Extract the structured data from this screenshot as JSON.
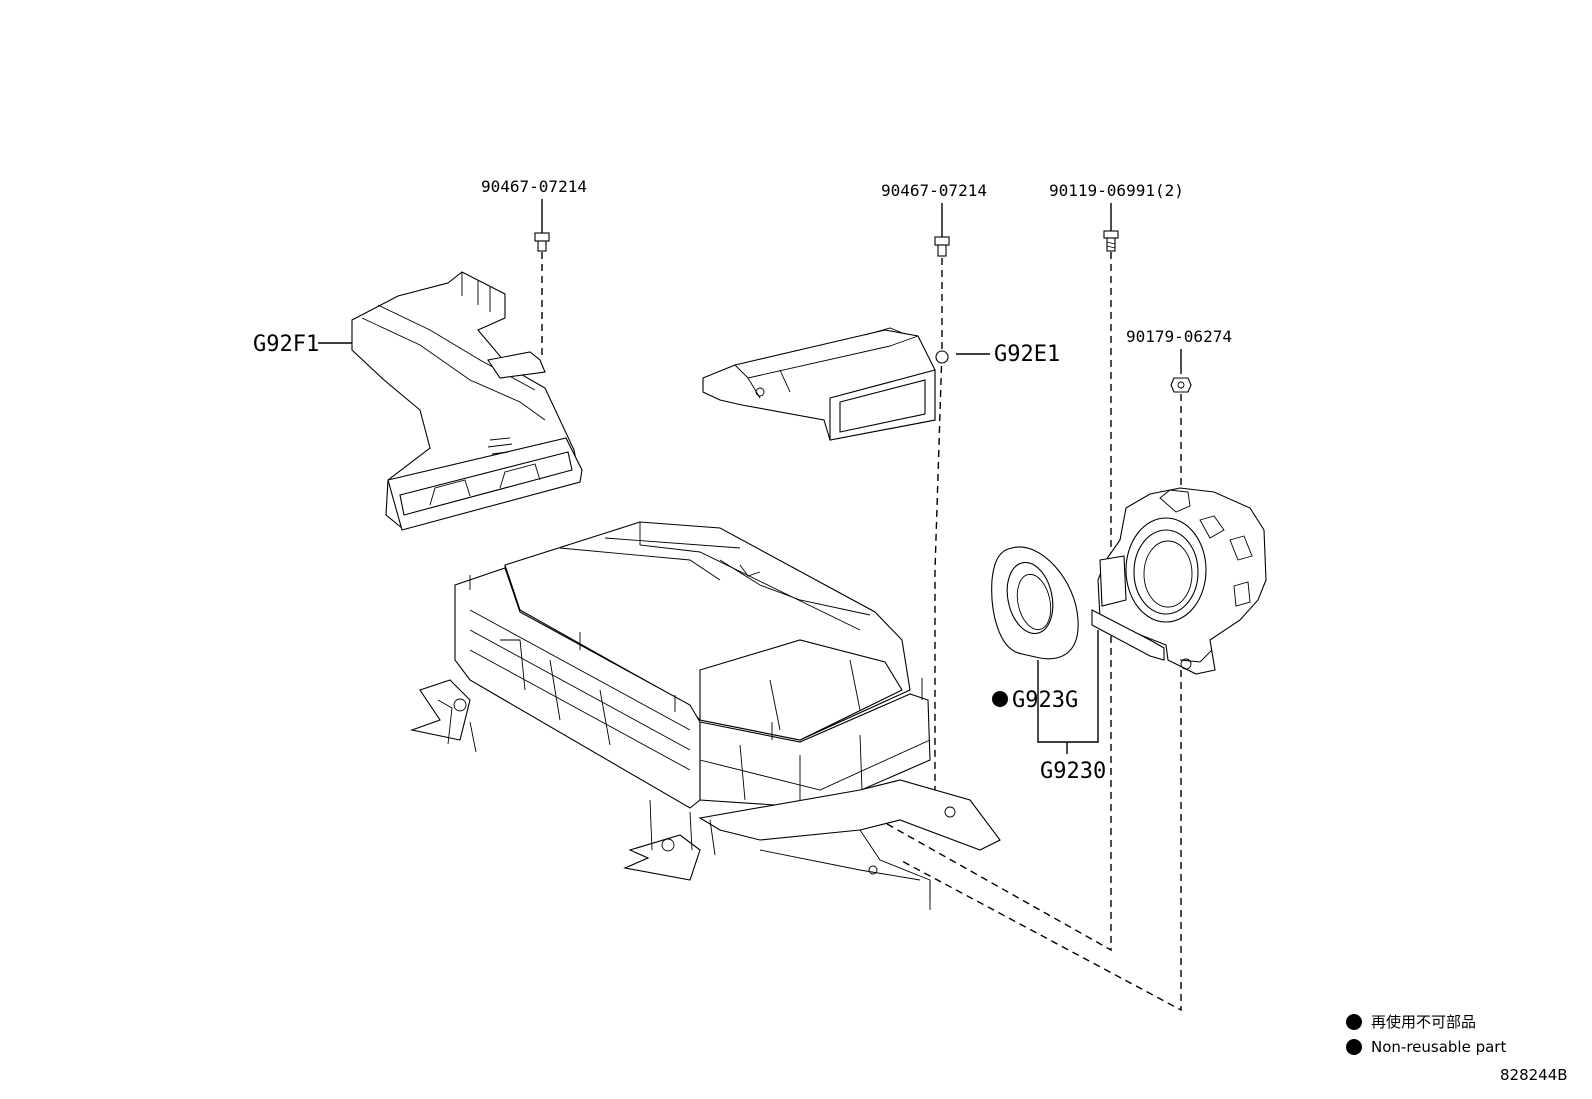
{
  "callouts": {
    "left_clip": "90467-07214",
    "center_clip": "90467-07214",
    "bolt": "90119-06991(2)",
    "nut": "90179-06274",
    "duct_left": "G92F1",
    "duct_center": "G92E1",
    "seal": "G923G",
    "blower_assy": "G9230"
  },
  "legend": {
    "japanese": "再使用不可部品",
    "english": "Non-reusable part"
  },
  "reference_code": "828244B",
  "colors": {
    "line": "#000000",
    "background": "#ffffff"
  }
}
